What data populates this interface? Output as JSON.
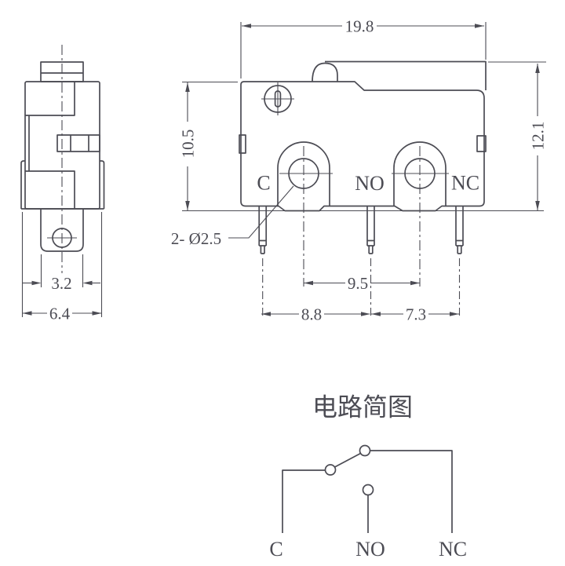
{
  "colors": {
    "line": "#4c4c54",
    "background": "#ffffff"
  },
  "side_view": {
    "dim_tab_width": "3.2",
    "dim_body_width": "6.4"
  },
  "front_view": {
    "dim_total_width": "19.8",
    "dim_total_height": "12.1",
    "dim_body_height": "10.5",
    "dim_hole_spacing": "9.5",
    "dim_pin_spacing_left": "8.8",
    "dim_pin_spacing_right": "7.3",
    "hole_callout": "2- Ø2.5",
    "terminals": {
      "c": "C",
      "no": "NO",
      "nc": "NC"
    }
  },
  "circuit": {
    "title": "电路简图",
    "terminals": {
      "c": "C",
      "no": "NO",
      "nc": "NC"
    }
  }
}
